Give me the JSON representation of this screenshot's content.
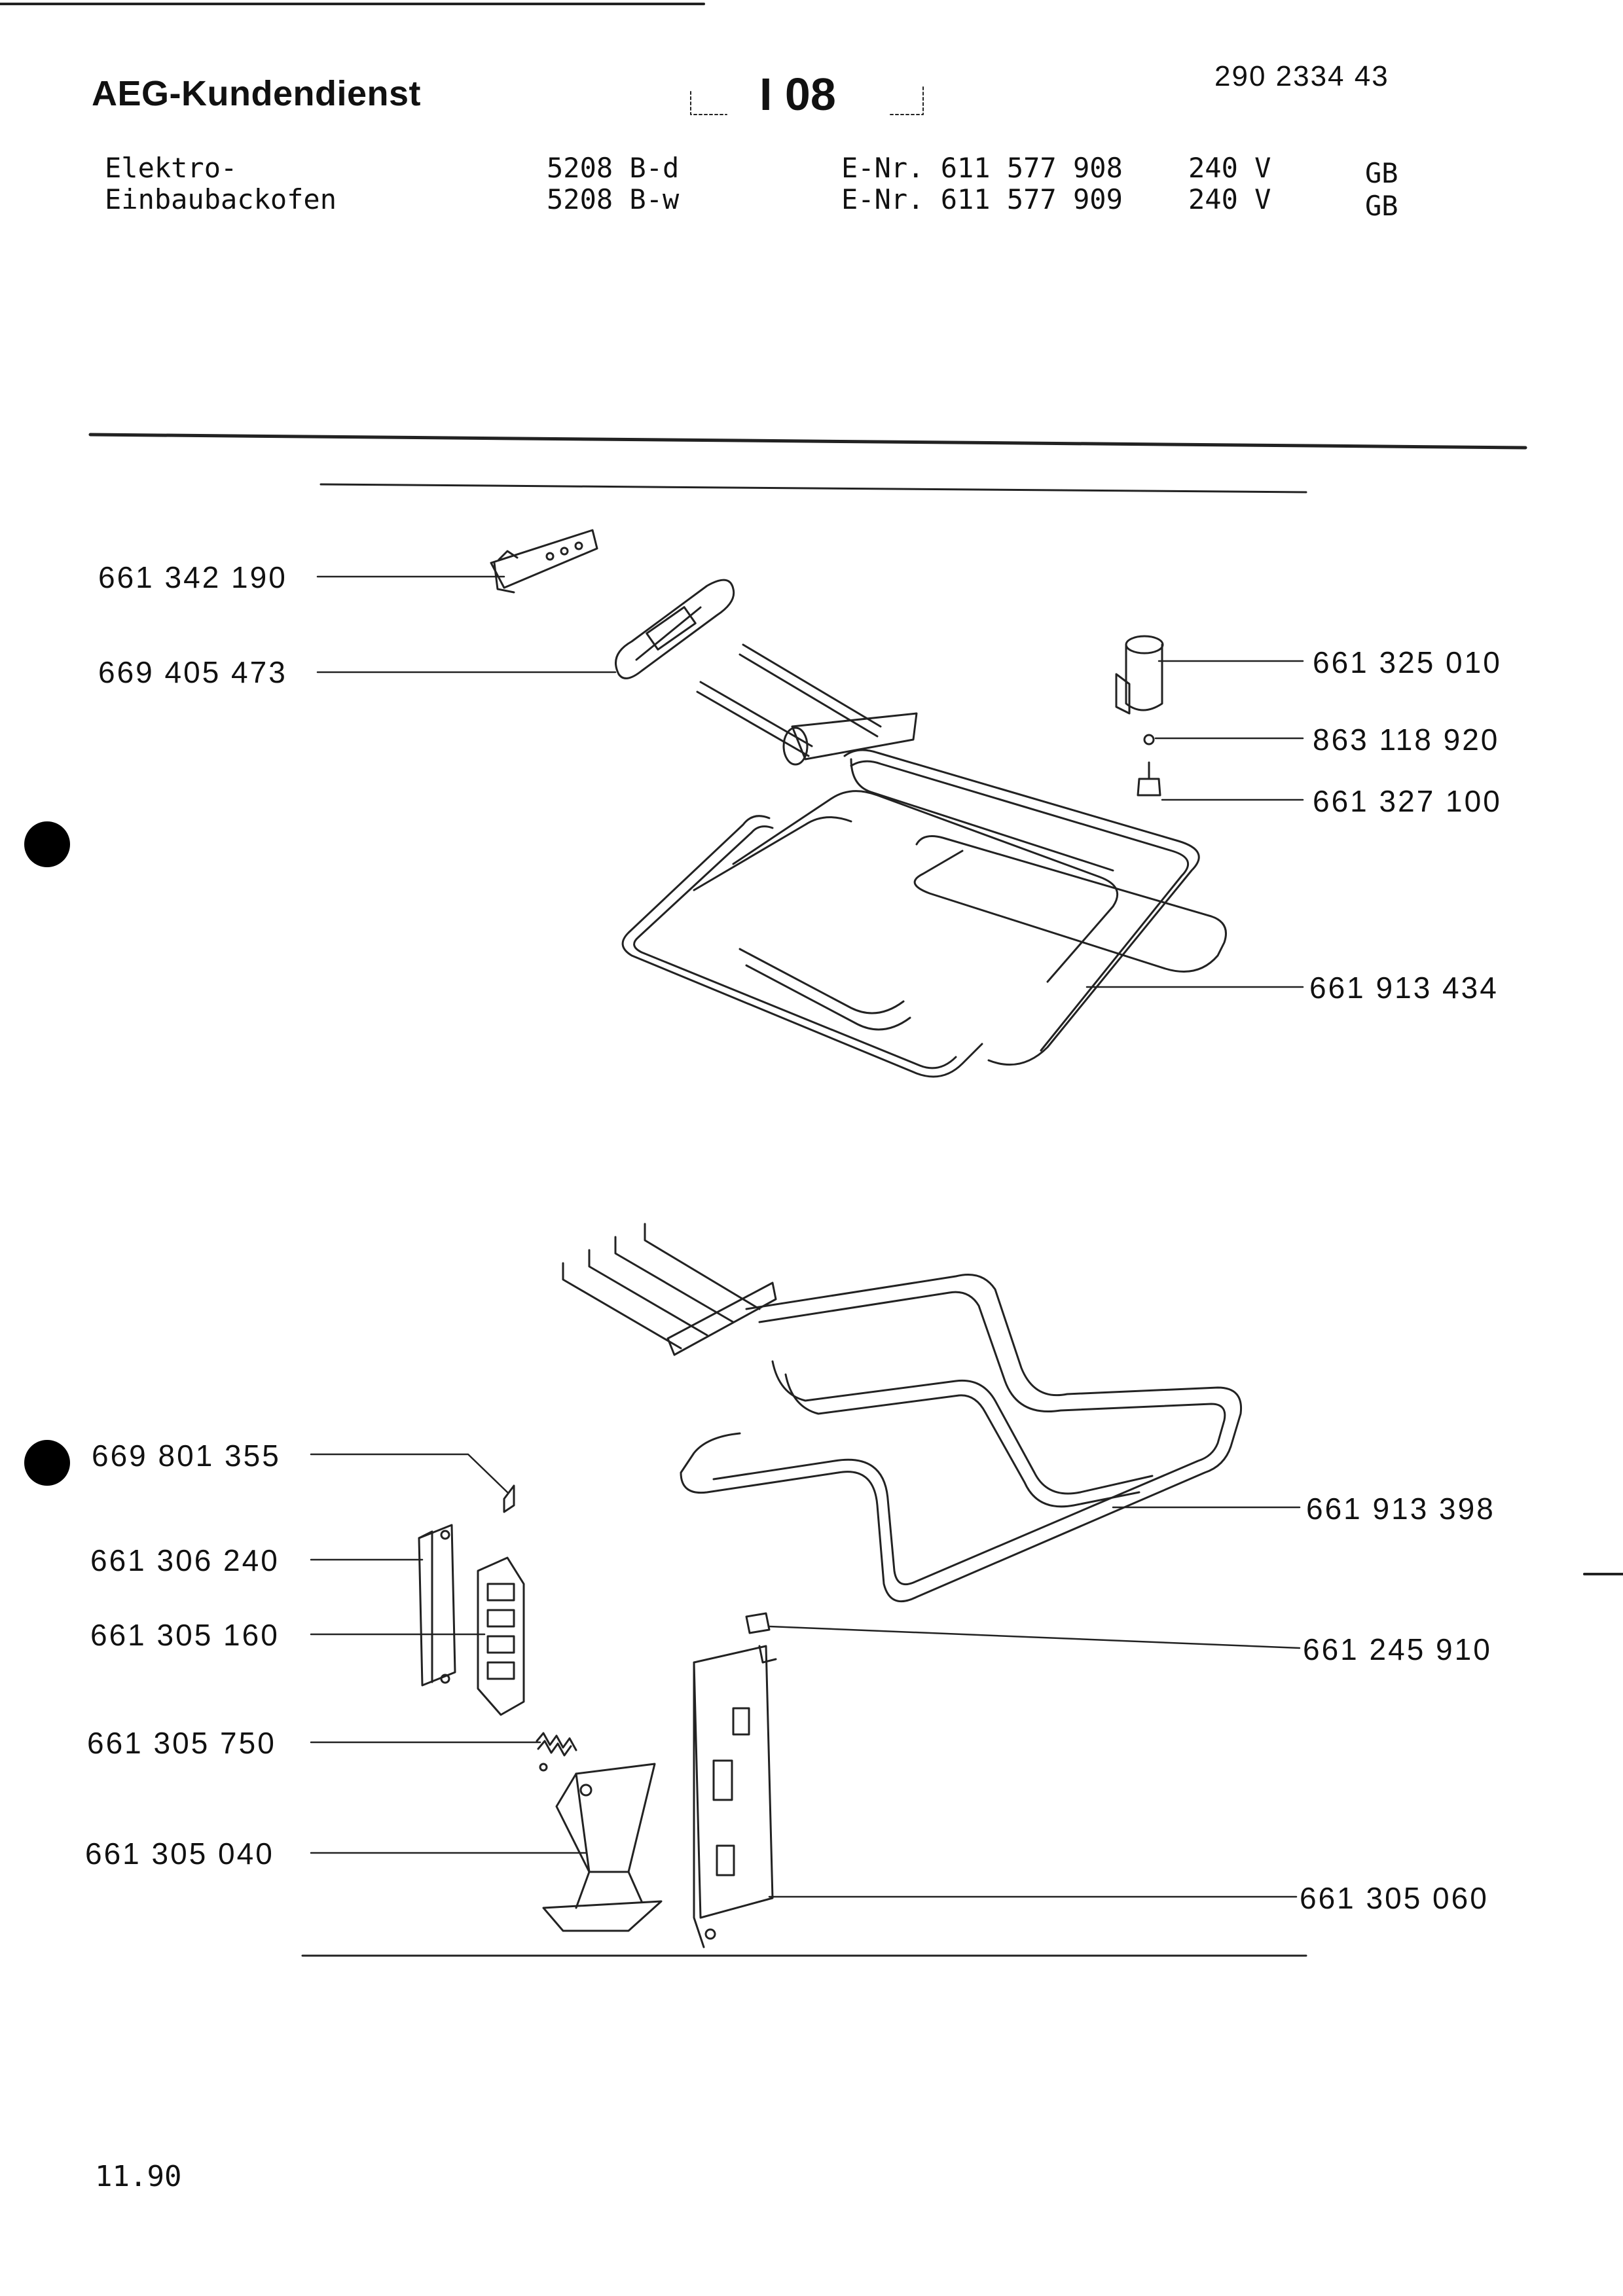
{
  "header": {
    "brand": "AEG-Kundendienst",
    "section": "I 08",
    "doc_number": "290 2334 43"
  },
  "models": [
    {
      "desc": "Elektro-",
      "model": "5208 B-d",
      "enr": "E-Nr. 611 577 908",
      "voltage": "240 V",
      "country": "GB"
    },
    {
      "desc": "Einbaubackofen",
      "model": "5208 B-w",
      "enr": "E-Nr. 611 577 909",
      "voltage": "240 V",
      "country": "GB"
    }
  ],
  "parts": {
    "p1": "661 342 190",
    "p2": "669 405 473",
    "p3": "661 325 010",
    "p4": "863 118 920",
    "p5": "661 327 100",
    "p6": "661 913 434",
    "p7": "669 801 355",
    "p8": "661 306 240",
    "p9": "661 305 160",
    "p10": "661 305 750",
    "p11": "661 305 040",
    "p12": "661 913 398",
    "p13": "661 245 910",
    "p14": "661 305 060"
  },
  "footer": {
    "date": "11.90"
  }
}
